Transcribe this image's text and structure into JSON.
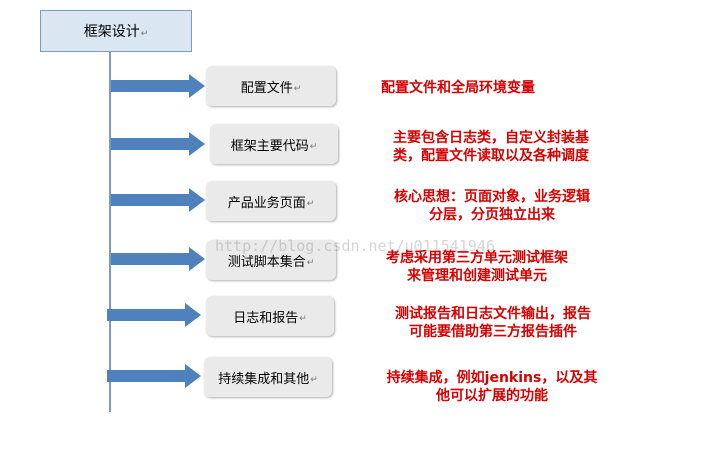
{
  "root": {
    "label": "框架设计",
    "mark": "↵"
  },
  "items": [
    {
      "label": "配置文件",
      "desc1": "配置文件和全局环境变量",
      "desc2": ""
    },
    {
      "label": "框架主要代码",
      "desc1": "主要包含日志类，自定义封装基",
      "desc2": "类，配置文件读取以及各种调度"
    },
    {
      "label": "产品业务页面",
      "desc1": "核心思想：页面对象，业务逻辑",
      "desc2": "分层，分页独立出来"
    },
    {
      "label": "测试脚本集合",
      "desc1": "考虑采用第三方单元测试框架",
      "desc2": "来管理和创建测试单元"
    },
    {
      "label": "日志和报告",
      "desc1": "测试报告和日志文件输出，报告",
      "desc2": "可能要借助第三方报告插件"
    },
    {
      "label": "持续集成和其他",
      "desc1": "持续集成，例如jenkins，以及其",
      "desc2": "他可以扩展的功能"
    }
  ],
  "watermark": "http://blog.csdn.net/u011541946",
  "colors": {
    "arrow": "#4f81bd",
    "desc_text": "#d70000",
    "root_fill": "#dbe6f3",
    "node_fill": "#eaeaea"
  }
}
